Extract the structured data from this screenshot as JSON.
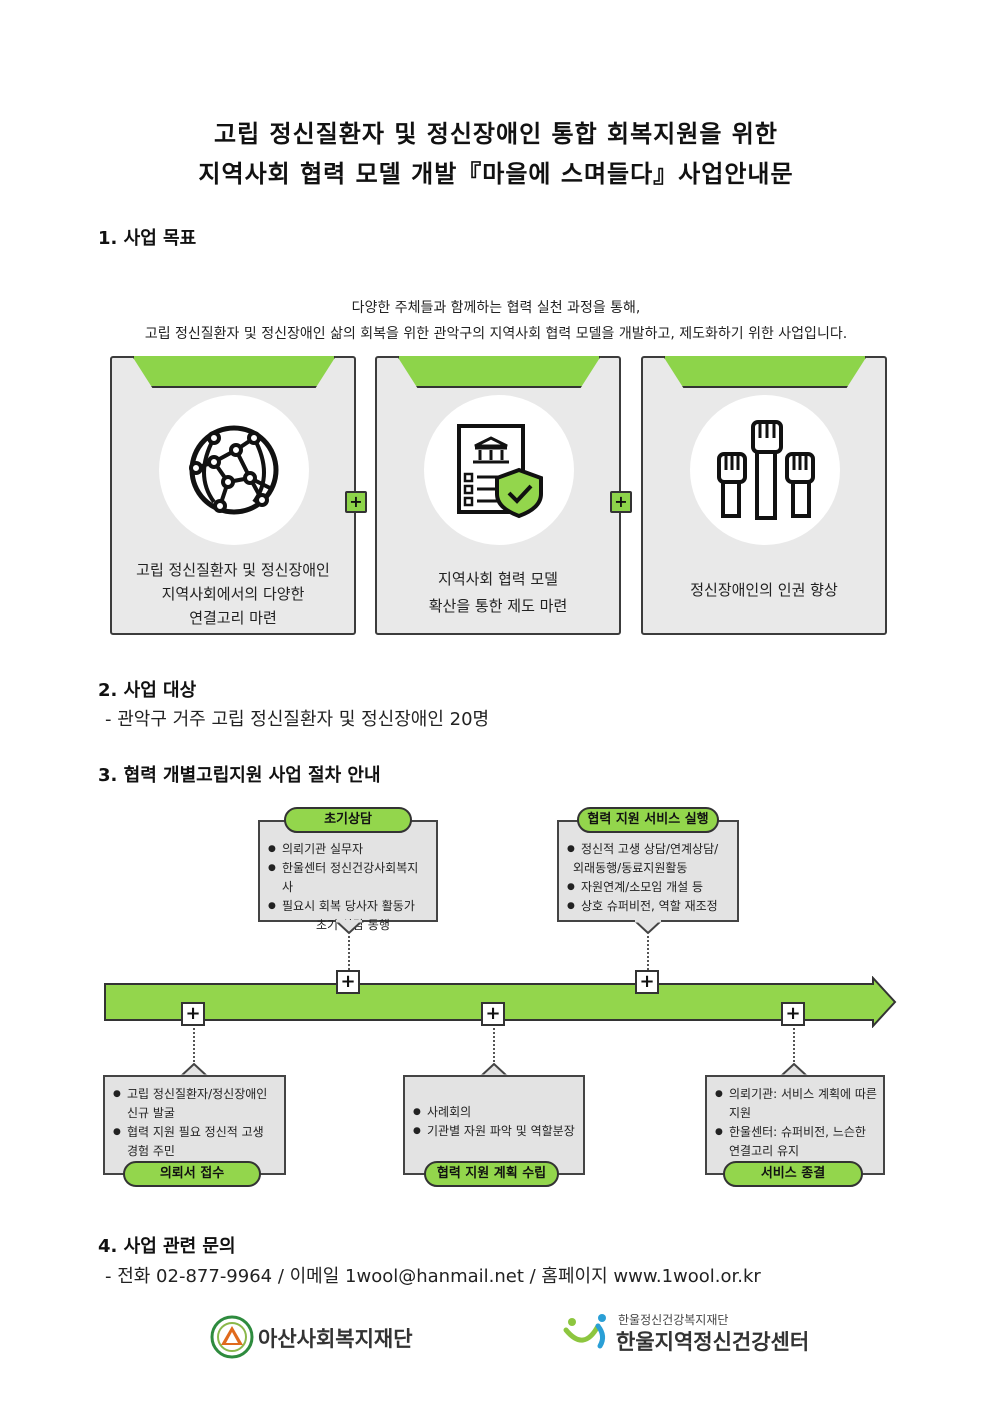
{
  "title": {
    "line1": "고립 정신질환자 및 정신장애인 통합 회복지원을 위한",
    "line2": "지역사회 협력 모델 개발『마을에 스며들다』사업안내문"
  },
  "section1": {
    "heading": "1. 사업 목표",
    "intro1": "다양한 주체들과 함께하는 협력 실천 과정을 통해,",
    "intro2": "고립 정신질환자 및 정신장애인 삶의 회복을 위한 관악구의 지역사회 협력 모델을 개발하고, 제도화하기 위한 사업입니다.",
    "goals": [
      {
        "icon": "globe-network-icon",
        "lines": [
          "고립 정신질환자 및 정신장애인",
          "지역사회에서의 다양한",
          "연결고리 마련"
        ]
      },
      {
        "icon": "policy-document-shield-icon",
        "lines": [
          "지역사회 협력 모델",
          "확산을 통한 제도 마련"
        ]
      },
      {
        "icon": "raised-fists-icon",
        "lines": [
          "정신장애인의 인권 향상"
        ]
      }
    ],
    "plus": "+"
  },
  "section2": {
    "heading": "2. 사업 대상",
    "text": "-  관악구 거주 고립 정신질환자 및 정신장애인 20명"
  },
  "section3": {
    "heading": "3. 협력 개별고립지원 사업 절차 안내",
    "plus": "+",
    "top_steps": [
      {
        "label": "초기상담",
        "items": [
          "의뢰기관 실무자",
          "한울센터 정신건강사회복지사",
          "필요시 회복 당사자 활동가"
        ],
        "continuation": "초기 상담 동행"
      },
      {
        "label": "협력 지원 서비스 실행",
        "items": [
          "정신적 고생 상담/연계상담/",
          "자원연계/소모임 개설 등",
          "상호 슈퍼비전, 역할 재조정"
        ],
        "continuation_after_first": "외래동행/동료지원활동"
      }
    ],
    "bottom_steps": [
      {
        "label": "의뢰서 접수",
        "items": [
          "고립 정신질환자/정신장애인",
          "협력 지원 필요 정신적 고생"
        ],
        "continuations": [
          "신규 발굴",
          "경험 주민"
        ]
      },
      {
        "label": "협력 지원 계획 수립",
        "items": [
          "사례회의",
          "기관별 자원 파악 및 역할분장"
        ]
      },
      {
        "label": "서비스 종결",
        "items": [
          "의뢰기관: 서비스 계획에 따른",
          "한울센터: 슈퍼비전, 느슨한"
        ],
        "continuations": [
          "지원",
          "연결고리 유지"
        ]
      }
    ]
  },
  "section4": {
    "heading": "4. 사업 관련 문의",
    "contact": "-  전화 02-877-9964 / 이메일 1wool@hanmail.net / 홈페이지 www.1wool.or.kr"
  },
  "footer": {
    "logo1_name": "아산사회복지재단",
    "logo2_sub": "한울정신건강복지재단",
    "logo2_name": "한울지역정신건강센터",
    "accent_green": "#93d64c"
  }
}
